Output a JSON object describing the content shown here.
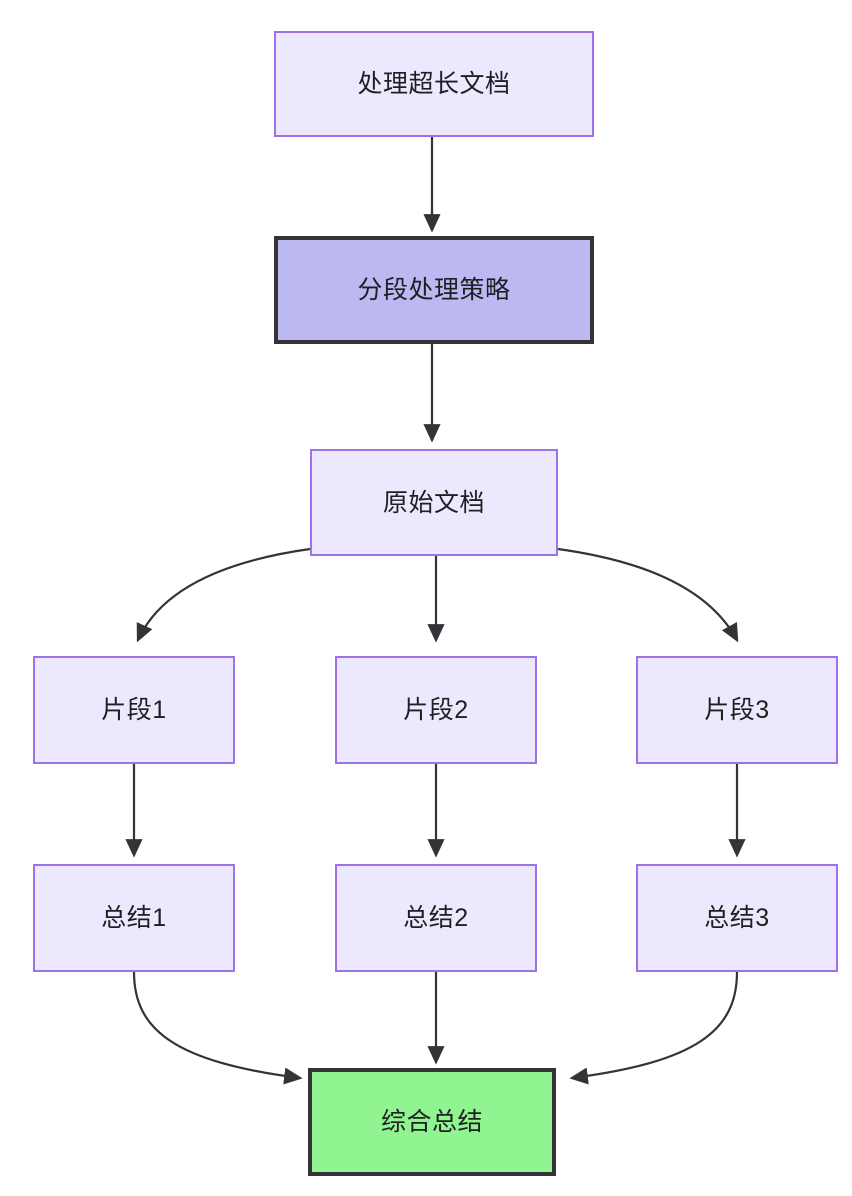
{
  "diagram": {
    "type": "flowchart",
    "direction": "top-to-bottom",
    "background_color": "#ffffff",
    "title_node": "处理超长文档",
    "nodes": [
      {
        "id": "n-long-doc",
        "label": "处理超长文档",
        "style": "plain",
        "fill": "#ece8fd",
        "stroke": "#9d72e8"
      },
      {
        "id": "n-chunk-strategy",
        "label": "分段处理策略",
        "style": "emphasis",
        "fill": "#bcb8f2",
        "stroke": "#333338"
      },
      {
        "id": "n-source-doc",
        "label": "原始文档",
        "style": "plain",
        "fill": "#ece8fd",
        "stroke": "#9d72e8"
      },
      {
        "id": "n-fragment-1",
        "label": "片段1",
        "style": "plain",
        "fill": "#ece8fd",
        "stroke": "#9d72e8"
      },
      {
        "id": "n-fragment-2",
        "label": "片段2",
        "style": "plain",
        "fill": "#ece8fd",
        "stroke": "#9d72e8"
      },
      {
        "id": "n-fragment-3",
        "label": "片段3",
        "style": "plain",
        "fill": "#ece8fd",
        "stroke": "#9d72e8"
      },
      {
        "id": "n-summary-1",
        "label": "总结1",
        "style": "plain",
        "fill": "#ece8fd",
        "stroke": "#9d72e8"
      },
      {
        "id": "n-summary-2",
        "label": "总结2",
        "style": "plain",
        "fill": "#ece8fd",
        "stroke": "#9d72e8"
      },
      {
        "id": "n-summary-3",
        "label": "总结3",
        "style": "plain",
        "fill": "#ece8fd",
        "stroke": "#9d72e8"
      },
      {
        "id": "n-final-summary",
        "label": "综合总结",
        "style": "result",
        "fill": "#90f590",
        "stroke": "#333338"
      }
    ],
    "edges": [
      {
        "from": "n-long-doc",
        "to": "n-chunk-strategy",
        "shape": "straight",
        "label": ""
      },
      {
        "from": "n-chunk-strategy",
        "to": "n-source-doc",
        "shape": "straight",
        "label": ""
      },
      {
        "from": "n-source-doc",
        "to": "n-fragment-1",
        "shape": "curved",
        "label": ""
      },
      {
        "from": "n-source-doc",
        "to": "n-fragment-2",
        "shape": "straight",
        "label": ""
      },
      {
        "from": "n-source-doc",
        "to": "n-fragment-3",
        "shape": "curved",
        "label": ""
      },
      {
        "from": "n-fragment-1",
        "to": "n-summary-1",
        "shape": "straight",
        "label": ""
      },
      {
        "from": "n-fragment-2",
        "to": "n-summary-2",
        "shape": "straight",
        "label": ""
      },
      {
        "from": "n-fragment-3",
        "to": "n-summary-3",
        "shape": "straight",
        "label": ""
      },
      {
        "from": "n-summary-1",
        "to": "n-final-summary",
        "shape": "curved",
        "label": ""
      },
      {
        "from": "n-summary-2",
        "to": "n-final-summary",
        "shape": "straight",
        "label": ""
      },
      {
        "from": "n-summary-3",
        "to": "n-final-summary",
        "shape": "curved",
        "label": ""
      }
    ],
    "edge_color": "#333338"
  }
}
